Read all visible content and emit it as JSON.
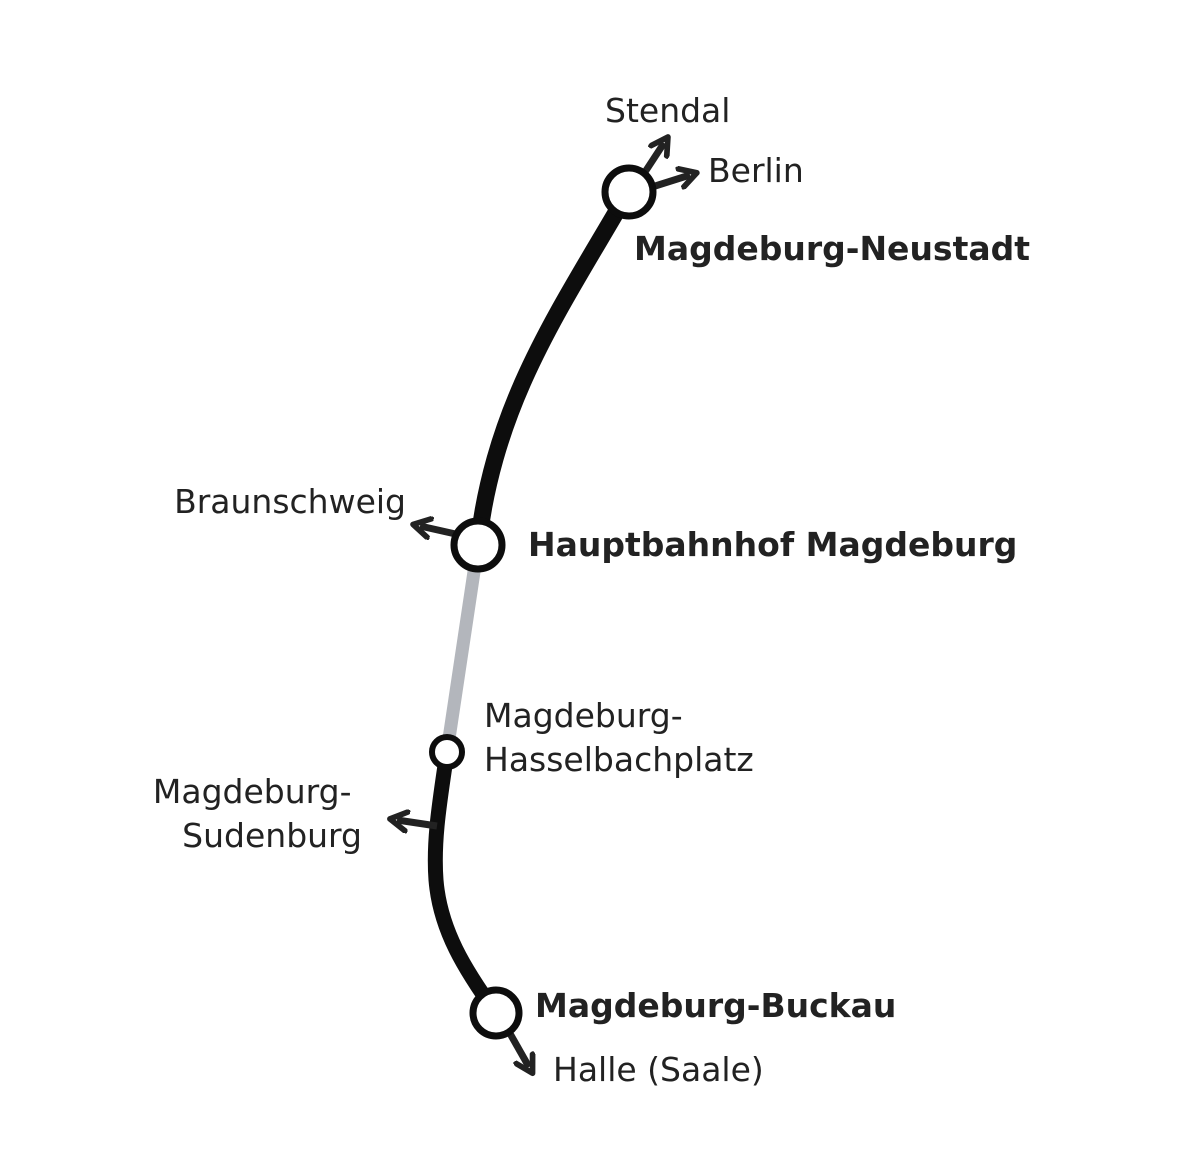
{
  "colors": {
    "track": "#0d0d0d",
    "track_light": "#b3b6bc",
    "text": "#222222",
    "station_fill": "#ffffff"
  },
  "stations": {
    "neustadt": "Magdeburg-Neustadt",
    "hauptbahnhof": "Hauptbahnhof Magdeburg",
    "hasselbachplatz": {
      "line1": "Magdeburg-",
      "line2": "Hasselbachplatz"
    },
    "buckau": "Magdeburg-Buckau"
  },
  "destinations": {
    "stendal": "Stendal",
    "berlin": "Berlin",
    "braunschweig": "Braunschweig",
    "sudenburg": {
      "line1": "Magdeburg-",
      "line2": "Sudenburg"
    },
    "halle": "Halle (Saale)"
  }
}
